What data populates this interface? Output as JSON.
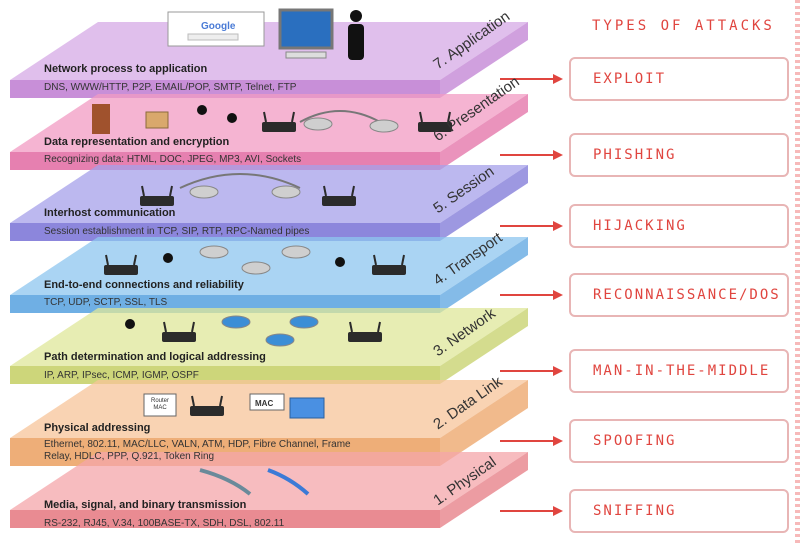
{
  "header": {
    "title": "TYPES OF ATTACKS"
  },
  "layers": [
    {
      "label": "7. Application",
      "title": "Network process to application",
      "desc": "DNS, WWW/HTTP, P2P, EMAIL/POP, SMTP, Telnet, FTP",
      "color": "#d6a9e6",
      "side": "#c88fd8"
    },
    {
      "label": "6. Presentation",
      "title": "Data representation and encryption",
      "desc": "Recognizing data: HTML, DOC, JPEG, MP3, AVI, Sockets",
      "color": "#f29bc3",
      "side": "#e680b0"
    },
    {
      "label": "5. Session",
      "title": "Interhost communication",
      "desc": "Session establishment in TCP, SIP, RTP, RPC-Named pipes",
      "color": "#a6a0ea",
      "side": "#8c86dc"
    },
    {
      "label": "4. Transport",
      "title": "End-to-end connections and reliability",
      "desc": "TCP, UDP, SCTP, SSL, TLS",
      "color": "#8ec5ef",
      "side": "#6fafe4"
    },
    {
      "label": "3. Network",
      "title": "Path determination and logical addressing",
      "desc": "IP, ARP, IPsec, ICMP, IGMP, OSPF",
      "color": "#dfe79a",
      "side": "#cdd67a"
    },
    {
      "label": "2. Data Link",
      "title": "Physical addressing",
      "desc": "Ethernet, 802.11, MAC/LLC, VALN, ATM, HDP, Fibre Channel, Frame Relay, HDLC,  PPP, Q.921, Token Ring",
      "color": "#f7c49a",
      "side": "#eeae78"
    },
    {
      "label": "1. Physical",
      "title": "Media, signal, and binary transmission",
      "desc": "RS-232, RJ45, V.34, 100BASE-TX, SDH, DSL, 802.11",
      "color": "#f4a5aa",
      "side": "#e98b92"
    }
  ],
  "attacks": [
    "EXPLOIT",
    "PHISHING",
    "HIJACKING",
    "RECONNAISSANCE/DOS",
    "MAN-IN-THE-MIDDLE",
    "SPOOFING",
    "SNIFFING"
  ],
  "icons": {
    "google_text": "Google",
    "router_mac": "Router MAC",
    "mac": "MAC"
  },
  "colors": {
    "accent": "#e0453f",
    "box_border": "#e8b5b5"
  }
}
